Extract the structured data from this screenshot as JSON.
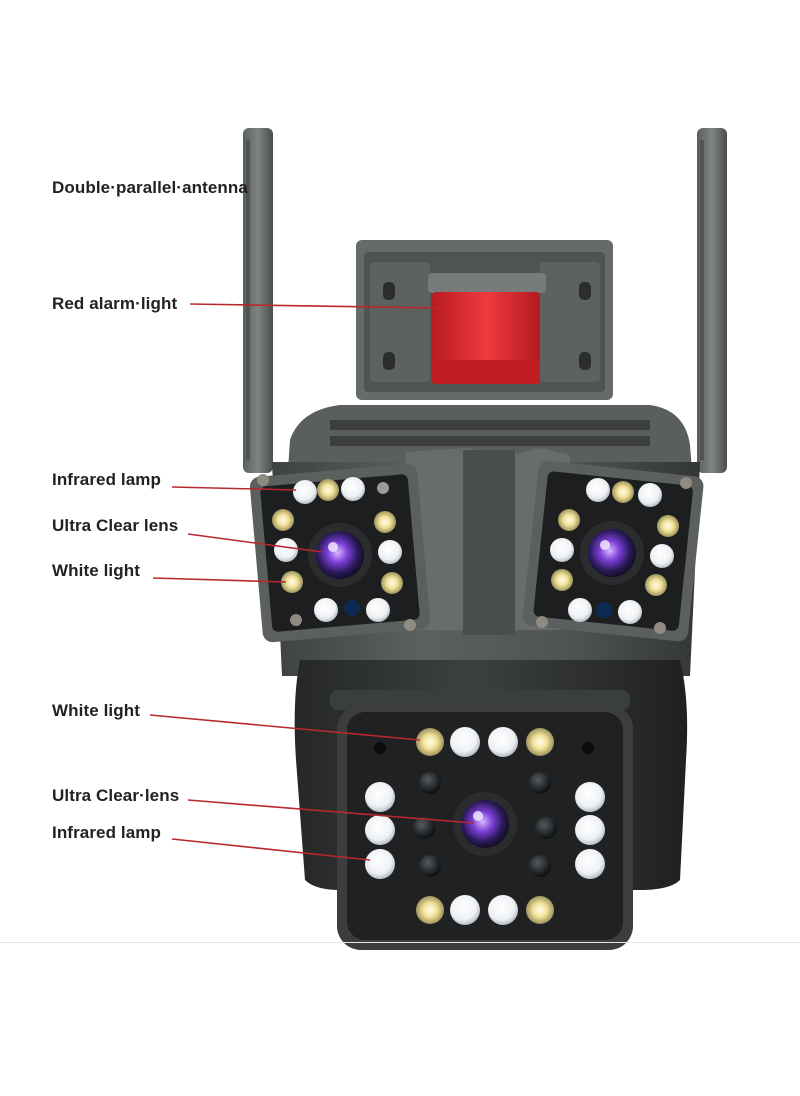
{
  "labels": {
    "antenna": "Double·parallel·antenna",
    "alarm": "Red alarm·light",
    "infrared_top": "Infrared lamp",
    "lens_top": "Ultra Clear lens",
    "white_top": "White light",
    "white_bottom": "White light",
    "lens_bottom": "Ultra Clear·lens",
    "infrared_bottom": "Infrared lamp"
  },
  "colors": {
    "leader_line": "#b8282d",
    "alarm_red": "#e1262c",
    "housing": "#4d5150",
    "housing_dark": "#2a2c2c",
    "white_led": "#f4f6f8",
    "warm_led": "#e6d489",
    "lens_purple": "#6a3fc8"
  }
}
